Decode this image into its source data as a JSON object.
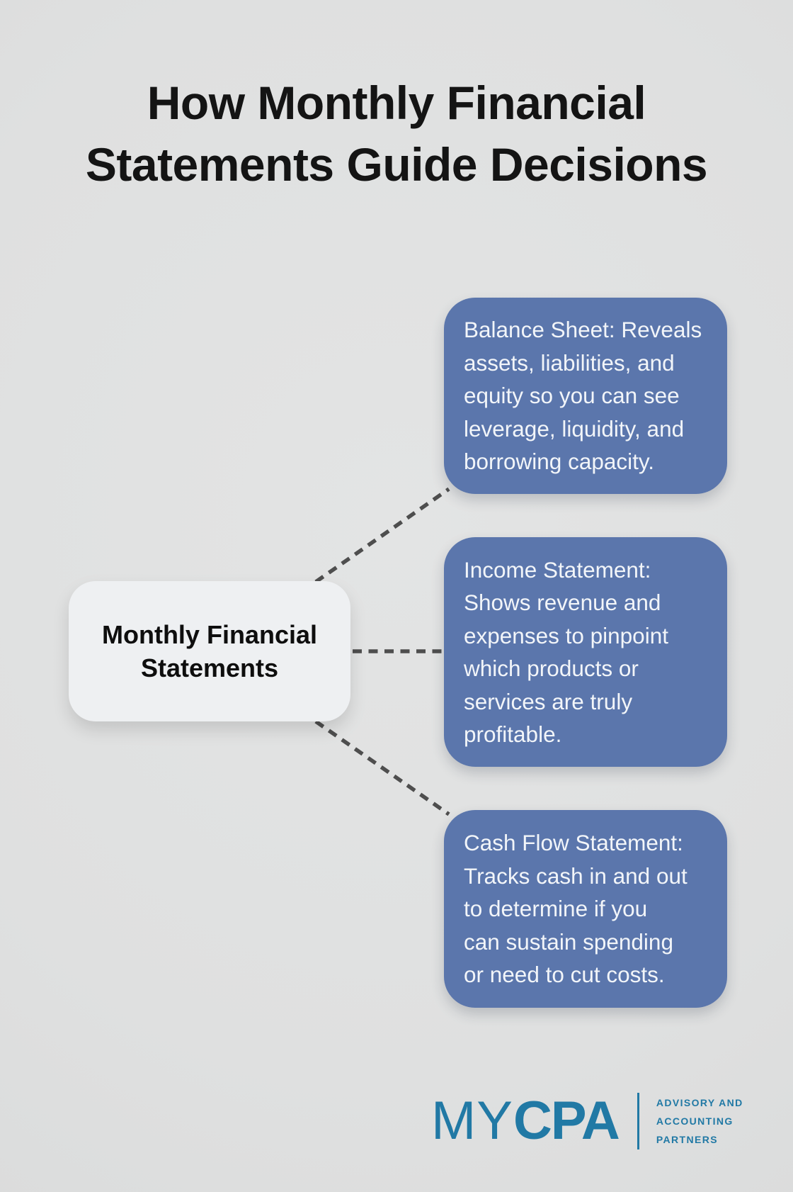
{
  "title": "How Monthly Financial Statements Guide Decisions",
  "title_lines": [
    "How Monthly Financial",
    "Statements Guide Decisions"
  ],
  "center_node": {
    "label": "Monthly Financial Statements"
  },
  "branches": [
    {
      "text": "Balance Sheet: Reveals assets, liabilities, and equity so you can see leverage, liquidity, and borrowing capacity.",
      "lines": [
        "Balance Sheet: Reveals",
        "assets, liabilities, and",
        "equity so you can see",
        "leverage, liquidity, and",
        "borrowing capacity."
      ]
    },
    {
      "text": "Income Statement: Shows revenue and expenses to pinpoint which products or services are truly profitable.",
      "lines": [
        "Income Statement:",
        "Shows revenue and",
        "expenses to pinpoint",
        "which products or",
        "services are truly",
        "profitable."
      ]
    },
    {
      "text": "Cash Flow Statement: Tracks cash in and out to determine if you can sustain spending or need to cut costs.",
      "lines": [
        "Cash Flow Statement:",
        "Tracks cash in and out",
        "to determine if you",
        "can sustain spending",
        "or need to cut costs."
      ]
    }
  ],
  "logo": {
    "brand": "MYCPA",
    "brand_thin": "MY",
    "brand_bold": "CPA",
    "tagline_lines": [
      "ADVISORY AND",
      "ACCOUNTING",
      "PARTNERS"
    ]
  },
  "colors": {
    "background": "#dfe0e0",
    "branch_fill": "#5b76ac",
    "branch_text": "#f2f5f9",
    "center_fill": "#eef0f2",
    "center_text": "#0e0e0e",
    "title_text": "#141414",
    "connector": "#4e4e4e",
    "logo_blue": "#2179a5"
  }
}
